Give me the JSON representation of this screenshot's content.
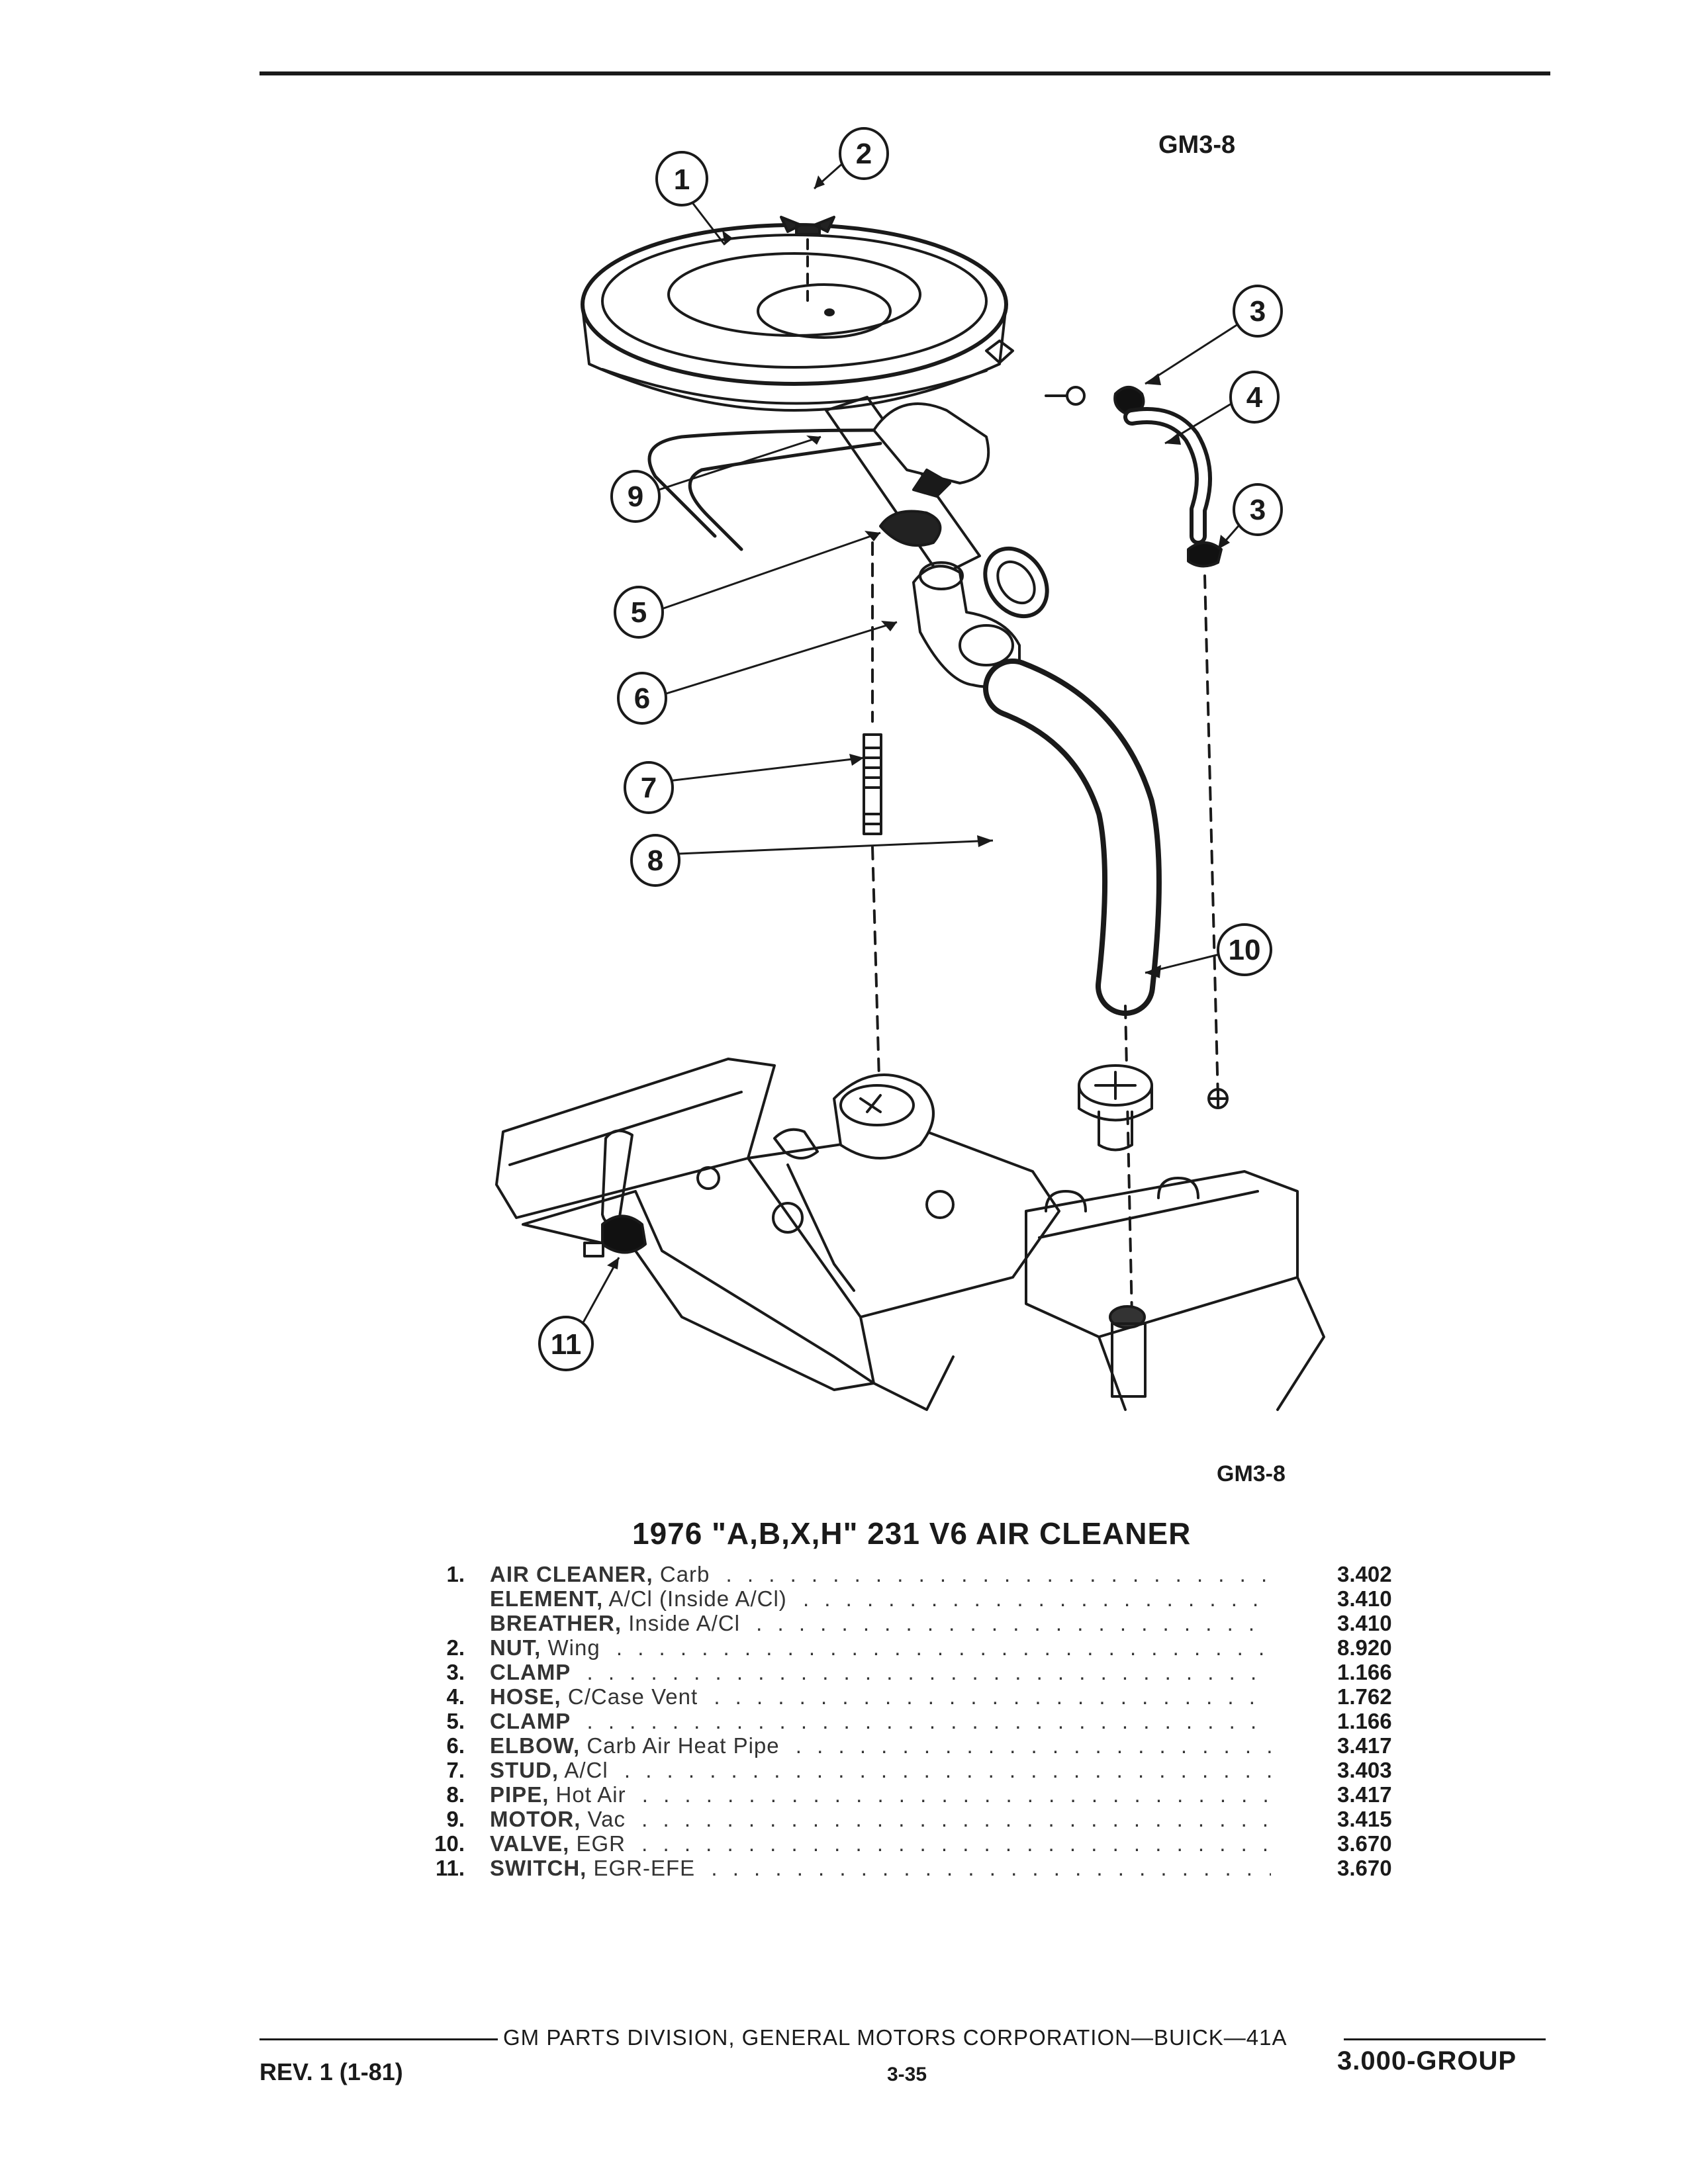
{
  "figure": {
    "id_top": "GM3-8",
    "id_bottom": "GM3-8",
    "callouts": [
      "1",
      "2",
      "3",
      "4",
      "3",
      "9",
      "5",
      "6",
      "7",
      "8",
      "10",
      "11"
    ]
  },
  "title": "1976 \"A,B,X,H\" 231 V6 AIR CLEANER",
  "parts": [
    {
      "num": "1.",
      "name": "AIR CLEANER,",
      "desc": " Carb",
      "value": "3.402"
    },
    {
      "num": "",
      "name": "ELEMENT,",
      "desc": " A/Cl (Inside A/Cl)",
      "value": "3.410"
    },
    {
      "num": "",
      "name": "BREATHER,",
      "desc": " Inside A/Cl",
      "value": "3.410"
    },
    {
      "num": "2.",
      "name": "NUT,",
      "desc": " Wing",
      "value": "8.920"
    },
    {
      "num": "3.",
      "name": "CLAMP",
      "desc": "",
      "value": "1.166"
    },
    {
      "num": "4.",
      "name": "HOSE,",
      "desc": " C/Case Vent",
      "value": "1.762"
    },
    {
      "num": "5.",
      "name": "CLAMP",
      "desc": "",
      "value": "1.166"
    },
    {
      "num": "6.",
      "name": "ELBOW,",
      "desc": " Carb Air Heat Pipe",
      "value": "3.417"
    },
    {
      "num": "7.",
      "name": "STUD,",
      "desc": " A/Cl",
      "value": "3.403"
    },
    {
      "num": "8.",
      "name": "PIPE,",
      "desc": " Hot Air",
      "value": "3.417"
    },
    {
      "num": "9.",
      "name": "MOTOR,",
      "desc": " Vac",
      "value": "3.415"
    },
    {
      "num": "10.",
      "name": "VALVE,",
      "desc": " EGR",
      "value": "3.670"
    },
    {
      "num": "11.",
      "name": "SWITCH,",
      "desc": " EGR-EFE",
      "value": "3.670"
    }
  ],
  "footer": {
    "division": "GM PARTS DIVISION, GENERAL MOTORS CORPORATION—BUICK—41A",
    "revision": "REV. 1 (1-81)",
    "page": "3-35",
    "group": "3.000-GROUP"
  }
}
